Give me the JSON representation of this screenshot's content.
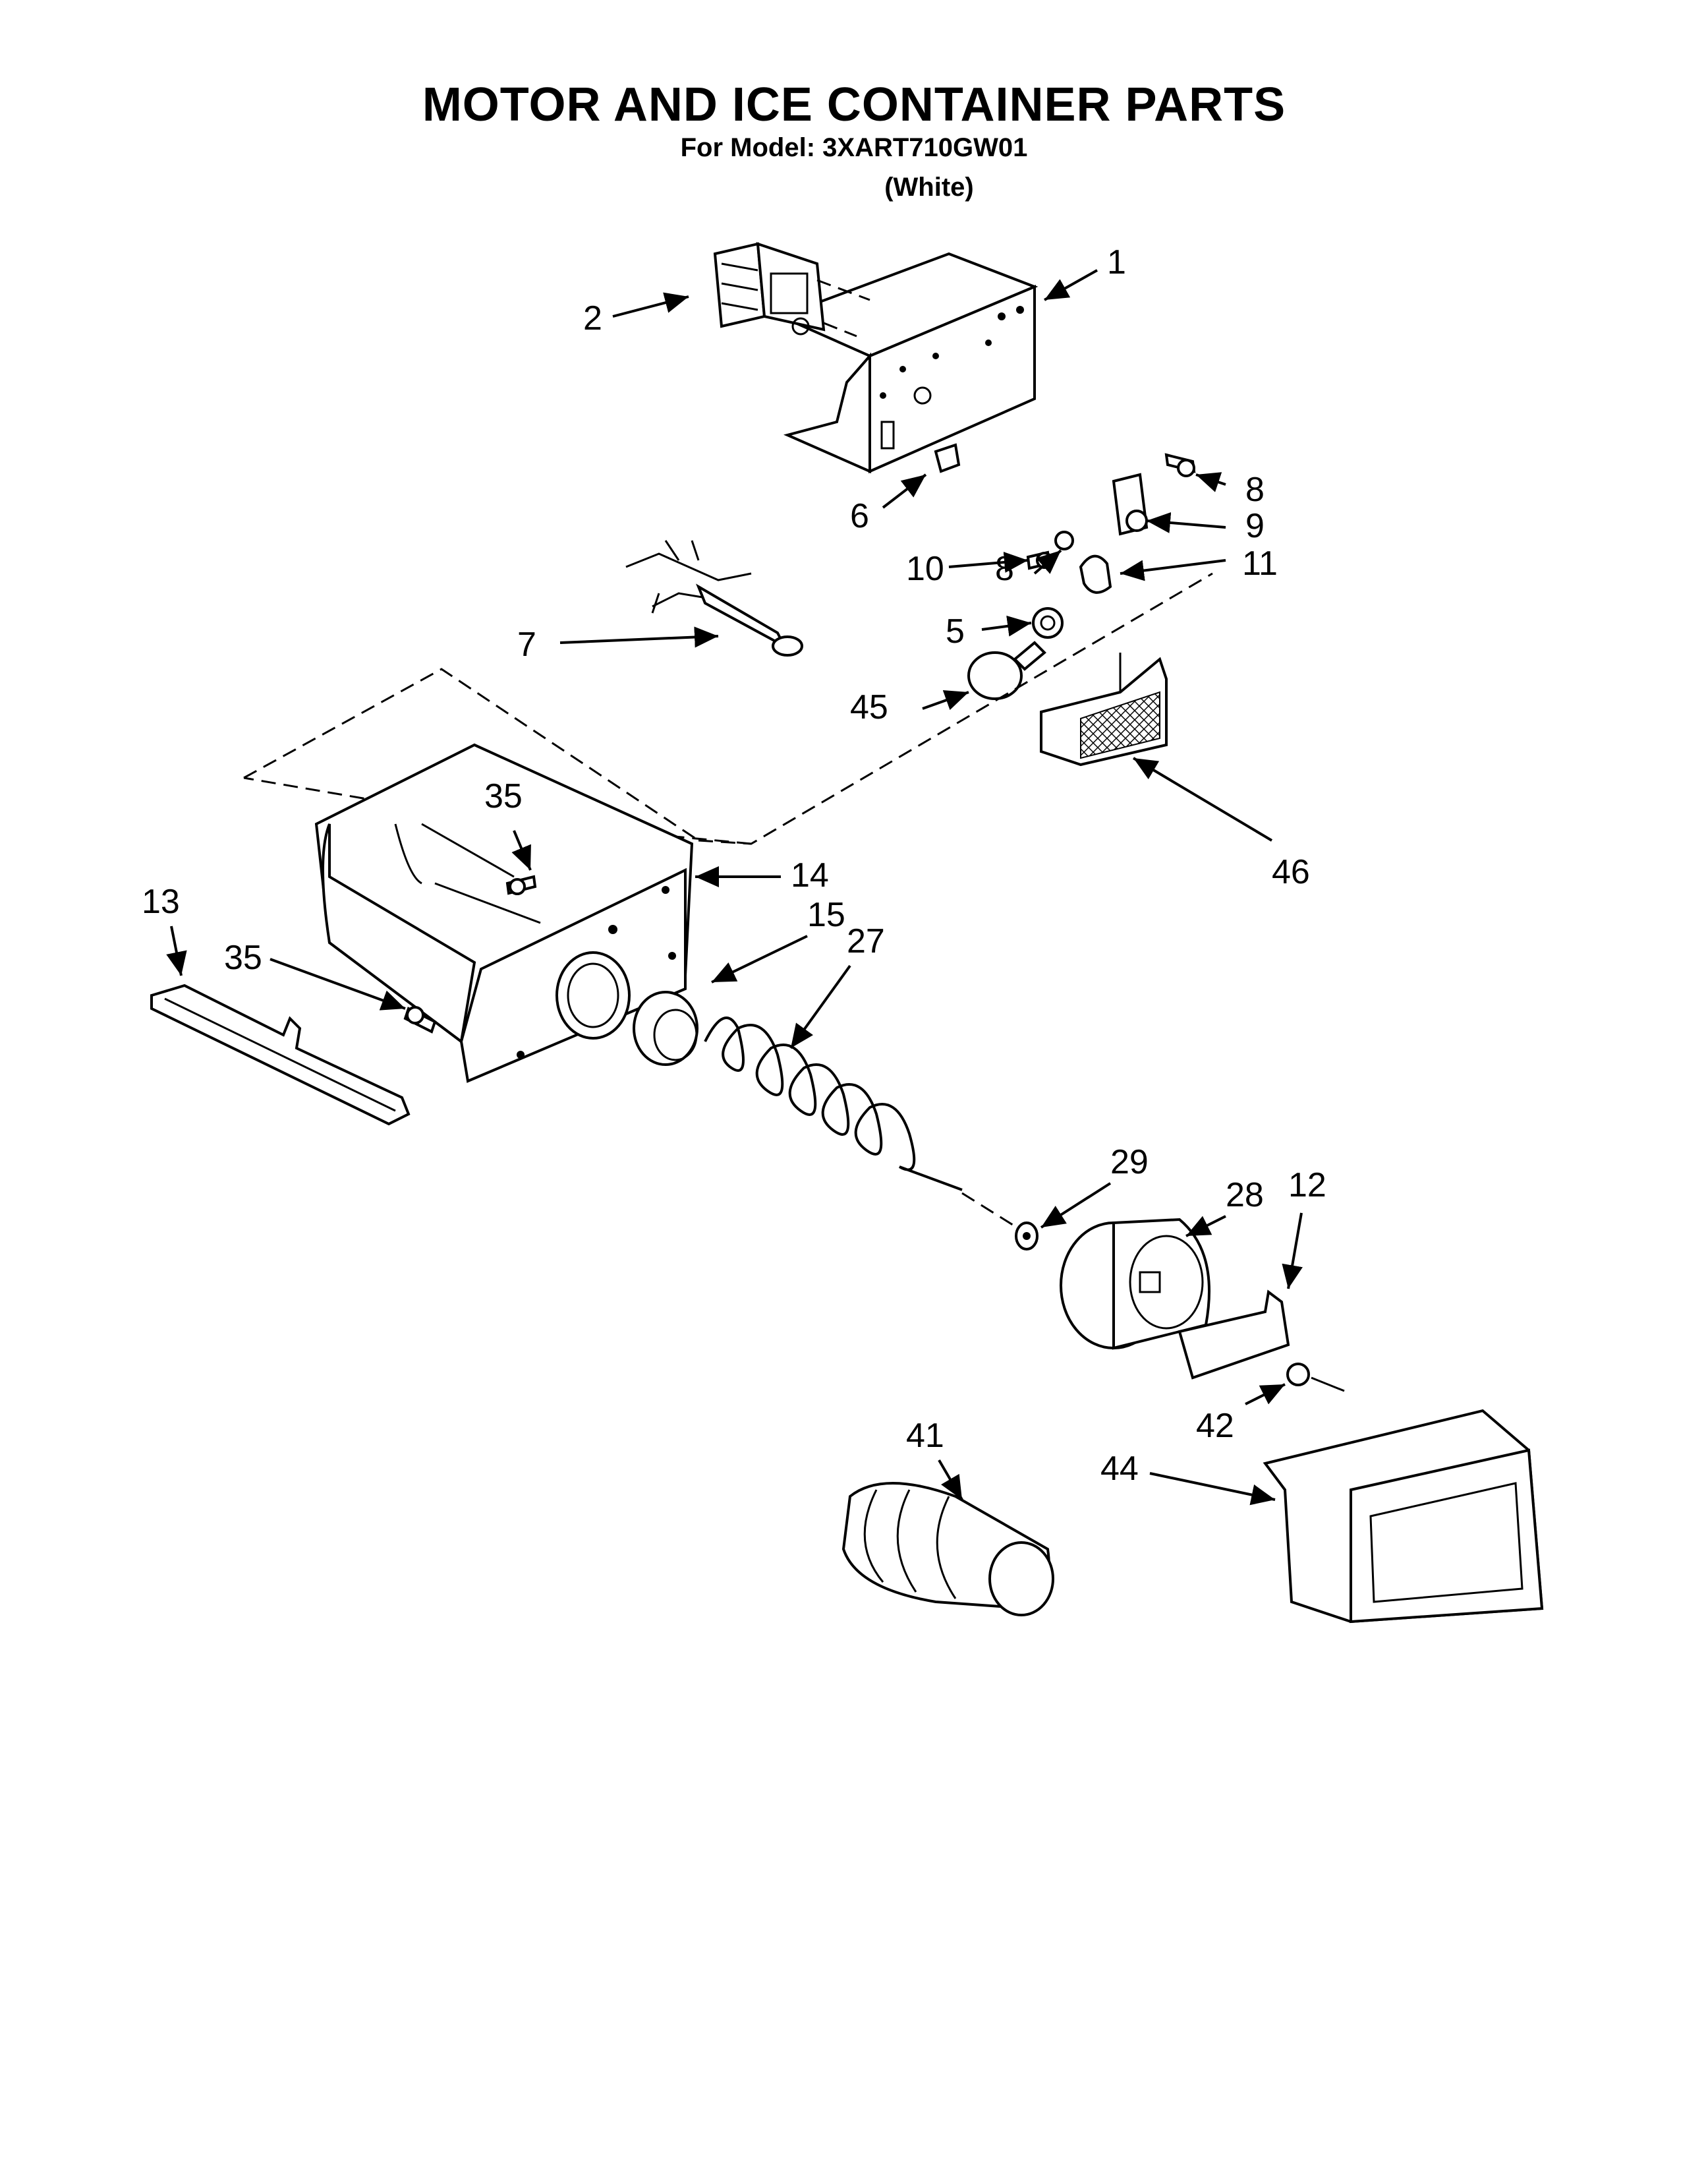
{
  "title": "MOTOR AND ICE CONTAINER PARTS",
  "model_line": "For Model: 3XART710GW01",
  "color_line": "(White)",
  "callouts": {
    "c1": "1",
    "c2": "2",
    "c5": "5",
    "c6": "6",
    "c7": "7",
    "c8a": "8",
    "c8b": "8",
    "c9": "9",
    "c10": "10",
    "c11": "11",
    "c12": "12",
    "c13": "13",
    "c14": "14",
    "c15": "15",
    "c27": "27",
    "c28": "28",
    "c29": "29",
    "c35a": "35",
    "c35b": "35",
    "c41": "41",
    "c42": "42",
    "c44": "44",
    "c45": "45",
    "c46": "46"
  }
}
